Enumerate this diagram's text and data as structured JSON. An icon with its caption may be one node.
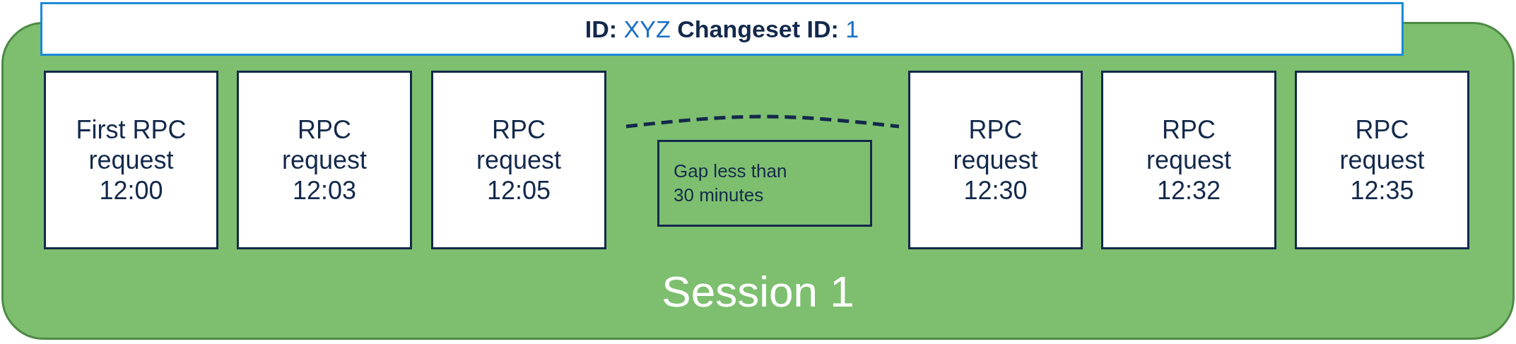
{
  "diagram": {
    "nodes": [
      {
        "text": [
          "**ID:** XYZ **Changeset ID:** 1"
        ]
      },
      {
        "text": [
          "Session 1"
        ]
      },
      {
        "text": [
          "First RPC request 12:00"
        ],
        "in": 1
      },
      {
        "text": [
          "RPC request 12:03"
        ],
        "in": 1
      },
      {
        "text": [
          "RPC request 12:05"
        ],
        "in": 1
      },
      {
        "text": [
          "Gap less than 30 minutes"
        ],
        "in": 1
      },
      {
        "text": [
          "RPC request 12:30"
        ],
        "in": 1
      },
      {
        "text": [
          "RPC request 12:32"
        ],
        "in": 1
      },
      {
        "text": [
          "RPC request 12:35"
        ],
        "in": 1
      }
    ]
  }
}
